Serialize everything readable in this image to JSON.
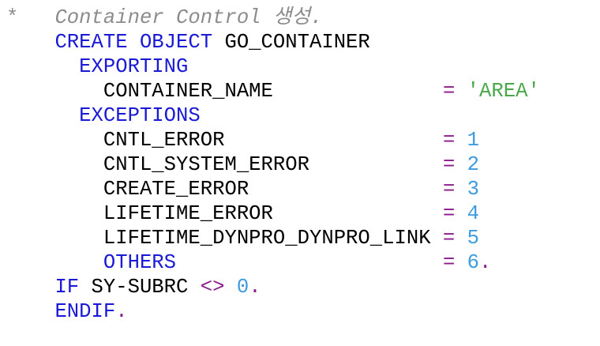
{
  "editor": {
    "comment": {
      "marker": "*",
      "text": "Container Control 생성."
    },
    "create_stmt": {
      "create": "CREATE",
      "object": "OBJECT",
      "target": "GO_CONTAINER"
    },
    "exporting": {
      "keyword": "EXPORTING",
      "param_name": "CONTAINER_NAME",
      "equals": "=",
      "value": "'AREA'"
    },
    "exceptions": {
      "keyword": "EXCEPTIONS",
      "items": [
        {
          "name": "CNTL_ERROR",
          "equals": "=",
          "value": "1",
          "terminator": ""
        },
        {
          "name": "CNTL_SYSTEM_ERROR",
          "equals": "=",
          "value": "2",
          "terminator": ""
        },
        {
          "name": "CREATE_ERROR",
          "equals": "=",
          "value": "3",
          "terminator": ""
        },
        {
          "name": "LIFETIME_ERROR",
          "equals": "=",
          "value": "4",
          "terminator": ""
        },
        {
          "name": "LIFETIME_DYNPRO_DYNPRO_LINK",
          "equals": "=",
          "value": "5",
          "terminator": ""
        },
        {
          "name": "OTHERS",
          "equals": "=",
          "value": "6",
          "terminator": "."
        }
      ]
    },
    "if_stmt": {
      "keyword": "IF",
      "variable": "SY-SUBRC",
      "operator": "<>",
      "value": "0",
      "terminator": "."
    },
    "endif_stmt": {
      "keyword": "ENDIF",
      "terminator": "."
    },
    "colors": {
      "keyword": "#1a1ad6",
      "number": "#3d9be0",
      "string": "#4aa84a",
      "operator": "#8b1a8b",
      "comment": "#8c8c8c",
      "identifier": "#000000"
    }
  }
}
